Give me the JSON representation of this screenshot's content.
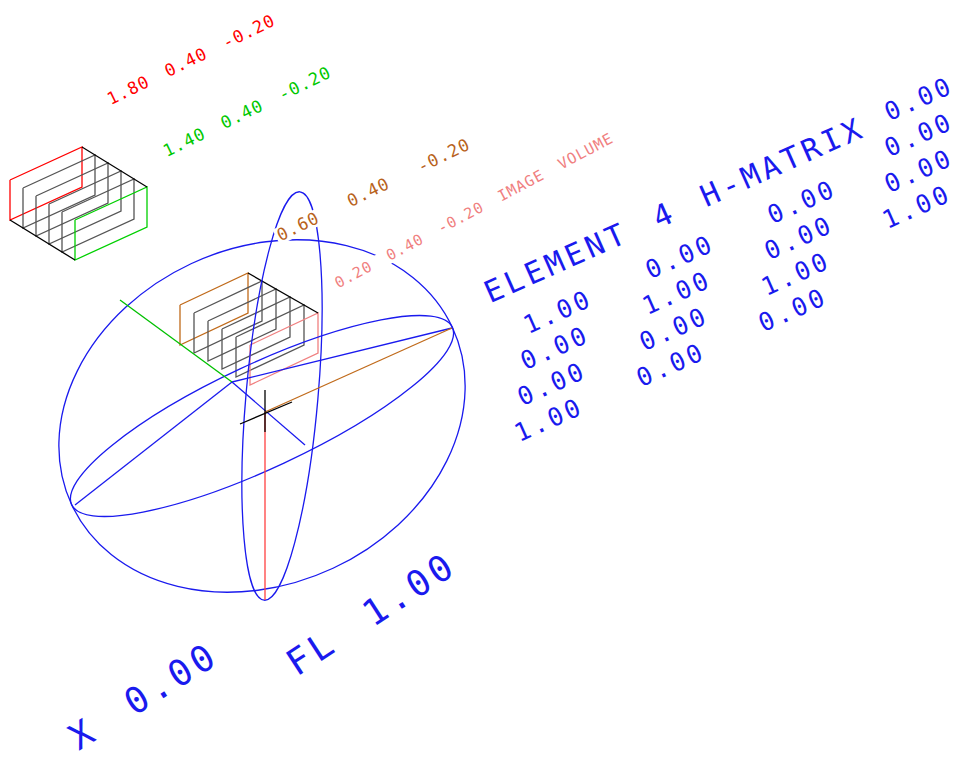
{
  "diagram": {
    "labels": [
      "1.80 0.40 -0.20",
      "1.40 0.40 -0.20",
      "0.60 0.40 -0.20",
      "0.20 0.40 -0.20 IMAGE VOLUME",
      "ELEMENT 4 H-MATRIX",
      "1.00",
      "0.00",
      "0.00",
      "0.00",
      "0.00",
      "1.00",
      "0.00",
      "0.00",
      "0.00",
      "0.00",
      "1.00",
      "0.00",
      "1.00",
      "0.00",
      "0.00",
      "1.00",
      "FL 1.00",
      "X 0.00"
    ]
  }
}
